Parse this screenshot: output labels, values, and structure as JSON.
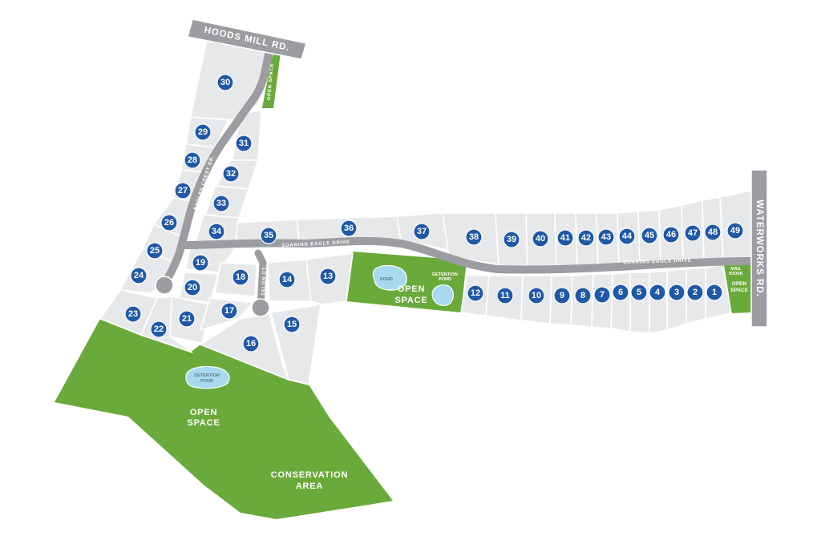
{
  "roads": {
    "hoods_mill": "HOODS MILL RD.",
    "waterworks": "WATERWORKS RD.",
    "soaring_eagle_west": "SOARING EAGLE DRIVE",
    "soaring_eagle_east": "SOARING EAGLE DRIVE",
    "eagles_crest": "EAGLES CREST DR.",
    "talon": "TALON CT."
  },
  "areas": {
    "open_space_north": "OPEN SPACE",
    "open_space_center_line1": "OPEN",
    "open_space_center_line2": "SPACE",
    "open_space_sw_line1": "OPEN",
    "open_space_sw_line2": "SPACE",
    "open_space_east_line1": "OPEN",
    "open_space_east_line2": "SPACE",
    "conservation_line1": "CONSERVATION",
    "conservation_line2": "AREA",
    "pond": "POND",
    "detention_pond_center_line1": "DETENTION",
    "detention_pond_center_line2": "POND",
    "detention_pond_sw_line1": "DETENTION",
    "detention_pond_sw_line2": "POND",
    "mail_kiosk_line1": "MAIL",
    "mail_kiosk_line2": "KIOSK"
  },
  "lots": [
    "1",
    "2",
    "3",
    "4",
    "5",
    "6",
    "7",
    "8",
    "9",
    "10",
    "11",
    "12",
    "13",
    "14",
    "15",
    "16",
    "17",
    "18",
    "19",
    "20",
    "21",
    "22",
    "23",
    "24",
    "25",
    "26",
    "27",
    "28",
    "29",
    "30",
    "31",
    "32",
    "33",
    "34",
    "35",
    "36",
    "37",
    "38",
    "39",
    "40",
    "41",
    "42",
    "43",
    "44",
    "45",
    "46",
    "47",
    "48",
    "49"
  ],
  "colors": {
    "lot_fill": "#e7e8ea",
    "green_space": "#6aaa3a",
    "pond": "#a7d9ef",
    "road": "#9b9da0",
    "lot_badge": "#1f58a6"
  }
}
